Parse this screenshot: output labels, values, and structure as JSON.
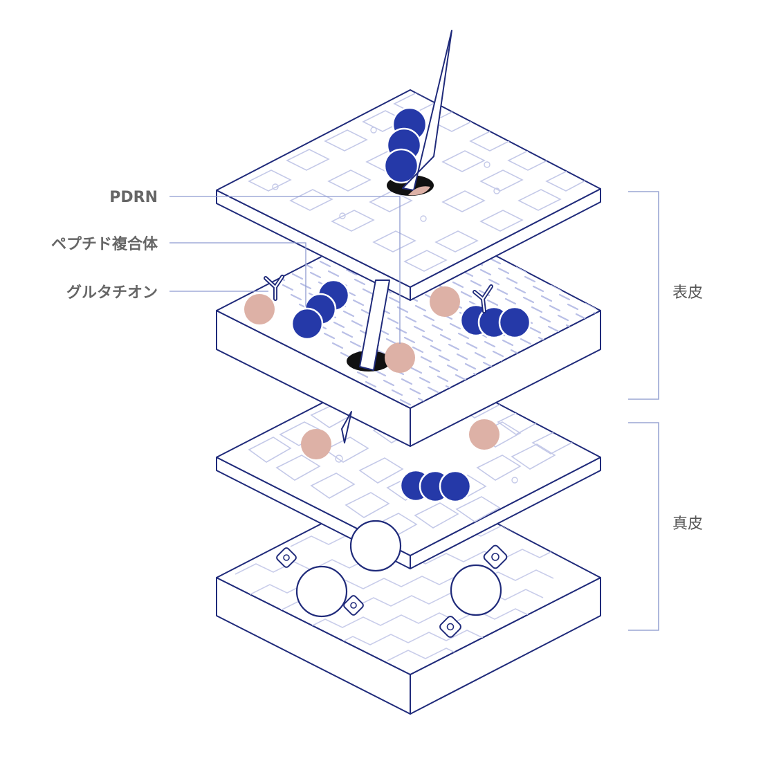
{
  "labels": {
    "pdrn": "PDRN",
    "peptide_complex": "ペプチド複合体",
    "glutathione": "グルタチオン",
    "epidermis": "表皮",
    "dermis": "真皮"
  },
  "colors": {
    "outline": "#1f2a7a",
    "peptide_ball": "#2539a8",
    "pdrn_ball": "#ddb1a6",
    "texture": "#c4c9e8",
    "leader_line": "#8e9bd0",
    "label_text": "#666666"
  },
  "layers": [
    {
      "id": "layer-1",
      "texture": "brick-cells"
    },
    {
      "id": "layer-2",
      "texture": "diagonal-hatch"
    },
    {
      "id": "layer-3",
      "texture": "polygon-cells"
    },
    {
      "id": "layer-4",
      "texture": "fiber-mesh"
    }
  ],
  "icons": [
    "microneedle-icon",
    "antibody-y-icon",
    "fibroblast-cell-icon"
  ]
}
